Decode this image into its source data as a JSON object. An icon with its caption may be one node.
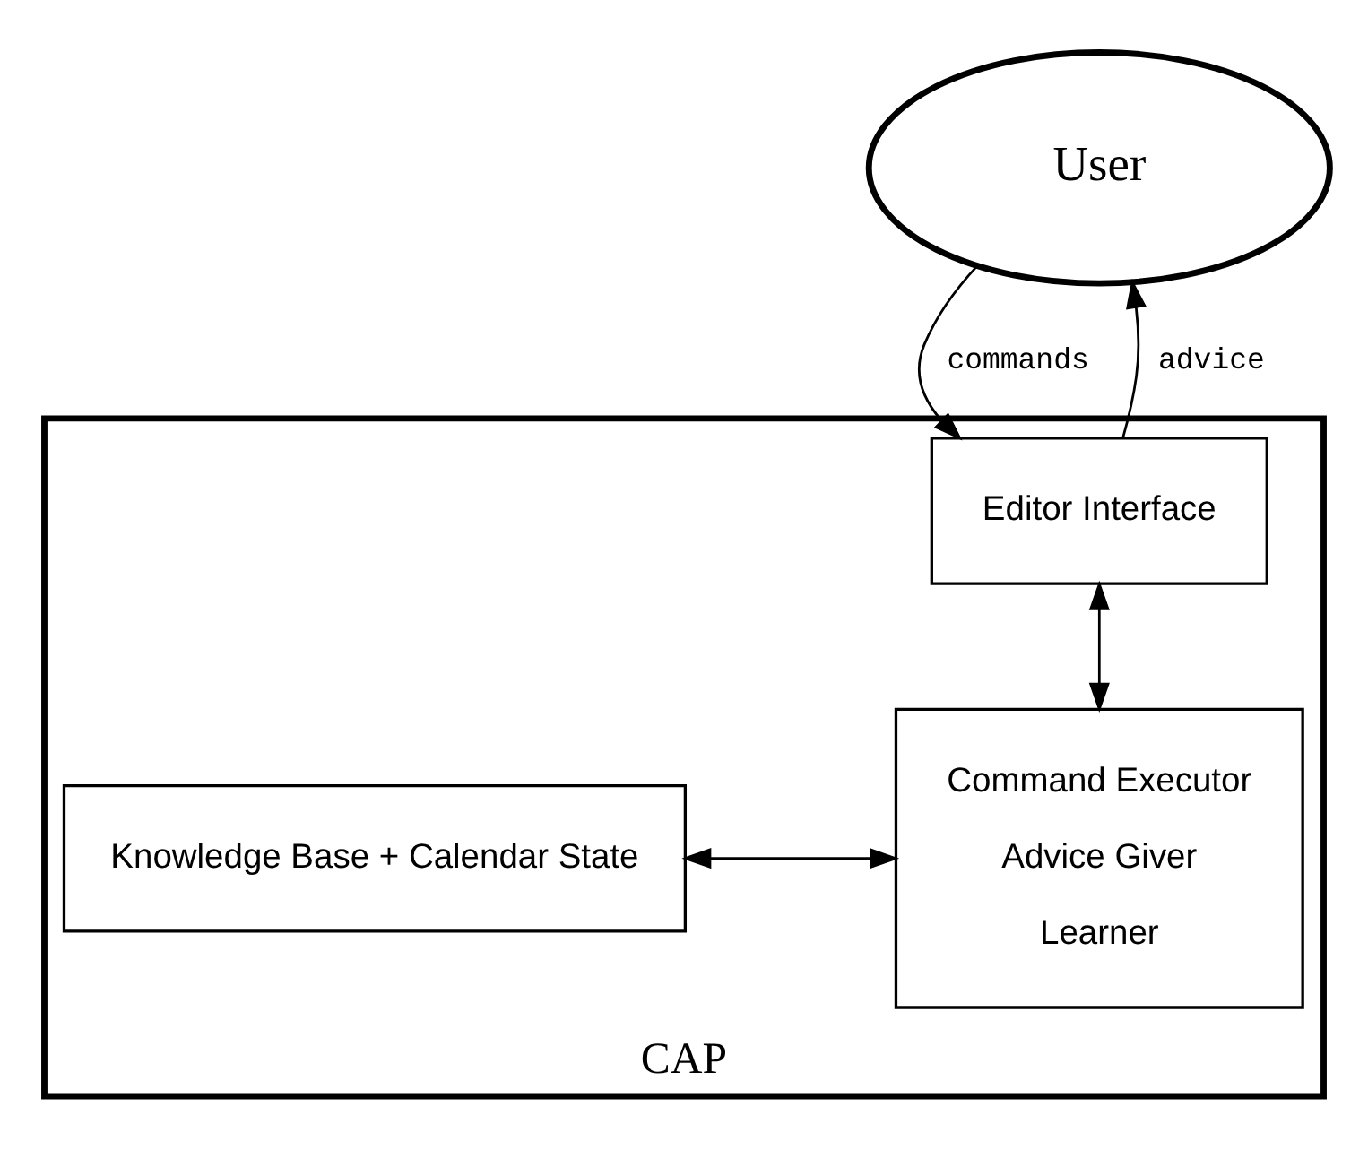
{
  "diagram": {
    "nodes": [
      {
        "text": [
          "User"
        ]
      },
      {
        "text": [
          "CAP"
        ]
      },
      {
        "text": [
          "Editor Interface"
        ],
        "in": 1
      },
      {
        "text": [
          "Knowledge Base + Calendar State"
        ],
        "in": 1
      },
      {
        "text": [
          "Command Executor",
          "Advice Giver",
          "Learner"
        ],
        "in": 1
      }
    ],
    "edges": [
      {
        "from": 2,
        "to": 0,
        "arrow": "to",
        "label": "advice"
      },
      {
        "from": 0,
        "to": 2,
        "arrow": "to",
        "label": "commands"
      },
      {
        "from": 2,
        "to": 4,
        "arrow": "both"
      },
      {
        "from": 3,
        "to": 4,
        "arrow": "both"
      }
    ]
  }
}
